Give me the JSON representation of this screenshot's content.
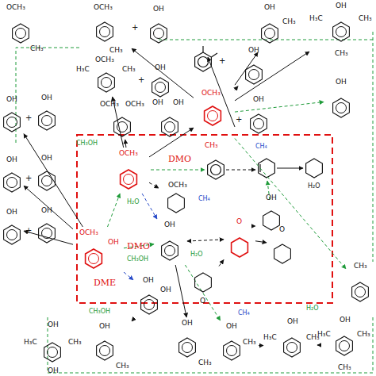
{
  "diagram": {
    "nodes": [
      {
        "text": [
          "OCH₃",
          "CH₃"
        ]
      },
      {
        "text": [
          "OCH₃",
          "CH₃"
        ]
      },
      {
        "text": [
          "OH"
        ]
      },
      {
        "text": [
          "OCH₃",
          "H₃C",
          "CH₃"
        ]
      },
      {
        "text": [
          "OH"
        ]
      },
      {
        "text": [
          "OH",
          "CH₃"
        ]
      },
      {
        "text": [
          "OH",
          "H₃C",
          "CH₃",
          "CH₃"
        ]
      },
      {
        "text": [
          "OH"
        ]
      },
      {
        "text": [
          "OCH₃",
          "CH₃"
        ]
      },
      {
        "text": [
          "OH"
        ]
      },
      {
        "text": [
          "OH"
        ]
      },
      {
        "text": [
          "OCH₃",
          "OCH₃"
        ]
      },
      {
        "text": [
          "OH",
          "OH"
        ]
      },
      {
        "text": [
          "OCH₃"
        ]
      },
      {
        "text": [
          "OCH₃"
        ]
      },
      {
        "text": [
          "OH"
        ]
      },
      {
        "text": [
          "O"
        ]
      },
      {
        "text": [
          "O"
        ]
      },
      {
        "text": [
          "O"
        ]
      },
      {
        "text": [
          "OH"
        ]
      },
      {
        "text": [
          "OCH₃",
          "OH"
        ]
      },
      {
        "text": [
          "OH",
          "OH"
        ]
      },
      {
        "text": [
          "OH",
          "CH₃"
        ]
      },
      {
        "text": [
          "OH",
          "OH",
          "H₃C",
          "CH₃"
        ]
      },
      {
        "text": [
          "OH",
          "CH₃"
        ]
      },
      {
        "text": [
          "OH",
          "CH₃"
        ]
      },
      {
        "text": [
          "OH",
          "H₃C",
          "CH₃"
        ]
      },
      {
        "text": [
          "OH",
          "H₃C",
          "CH₃",
          "CH₃"
        ]
      },
      {
        "text": [
          "CH₃"
        ]
      },
      {
        "text": [
          "OH"
        ]
      },
      {
        "text": [
          "OH"
        ]
      },
      {
        "text": [
          "OH"
        ]
      },
      {
        "text": [
          "OH"
        ]
      },
      {
        "text": [
          "OH"
        ]
      },
      {
        "text": [
          "OH"
        ]
      }
    ],
    "edges": [
      {
        "from": 20,
        "to": 14,
        "arrow": "to"
      },
      {
        "from": 20,
        "to": 19,
        "arrow": "to"
      },
      {
        "from": 20,
        "to": 21,
        "arrow": "to"
      },
      {
        "from": 14,
        "to": 19,
        "arrow": "to"
      },
      {
        "from": 19,
        "to": 16,
        "arrow": "both"
      },
      {
        "from": 16,
        "to": 15,
        "arrow": "to"
      },
      {
        "from": 16,
        "to": 17,
        "arrow": "to"
      },
      {
        "from": 18,
        "to": 16,
        "arrow": "to"
      },
      {
        "from": 14,
        "to": 8,
        "arrow": "to"
      },
      {
        "from": 8,
        "to": 5,
        "arrow": "to"
      },
      {
        "from": 8,
        "to": 6,
        "arrow": "to"
      },
      {
        "from": 8,
        "to": 10,
        "arrow": "to"
      },
      {
        "from": 14,
        "to": 11,
        "arrow": "to"
      },
      {
        "from": 14,
        "to": 3,
        "arrow": "to"
      },
      {
        "from": 8,
        "to": 1,
        "arrow": "to"
      },
      {
        "from": 20,
        "to": 29,
        "arrow": "to"
      },
      {
        "from": 20,
        "to": 31,
        "arrow": "to"
      },
      {
        "from": 20,
        "to": 33,
        "arrow": "to"
      },
      {
        "from": 19,
        "to": 25,
        "arrow": "to"
      },
      {
        "from": 21,
        "to": 24,
        "arrow": "to"
      },
      {
        "from": 25,
        "to": 26,
        "arrow": "to"
      },
      {
        "from": 26,
        "to": 27,
        "arrow": "to"
      },
      {
        "from": 19,
        "to": 22,
        "arrow": "to"
      },
      {
        "from": 8,
        "to": 28,
        "arrow": "to"
      },
      {
        "from": 14,
        "to": 13,
        "arrow": "to"
      },
      {
        "from": 8,
        "to": 7,
        "arrow": "to"
      }
    ],
    "labels": [
      "DMO",
      "DMO",
      "DME",
      "CH₃OH",
      "H₂O",
      "CH₃OH",
      "H₂O",
      "CH₄",
      "CH₄",
      "H₂O",
      "CH₄",
      "H₂O",
      "CH₃OH",
      "+",
      "+",
      "+",
      "+",
      "+",
      "+",
      "+"
    ]
  }
}
